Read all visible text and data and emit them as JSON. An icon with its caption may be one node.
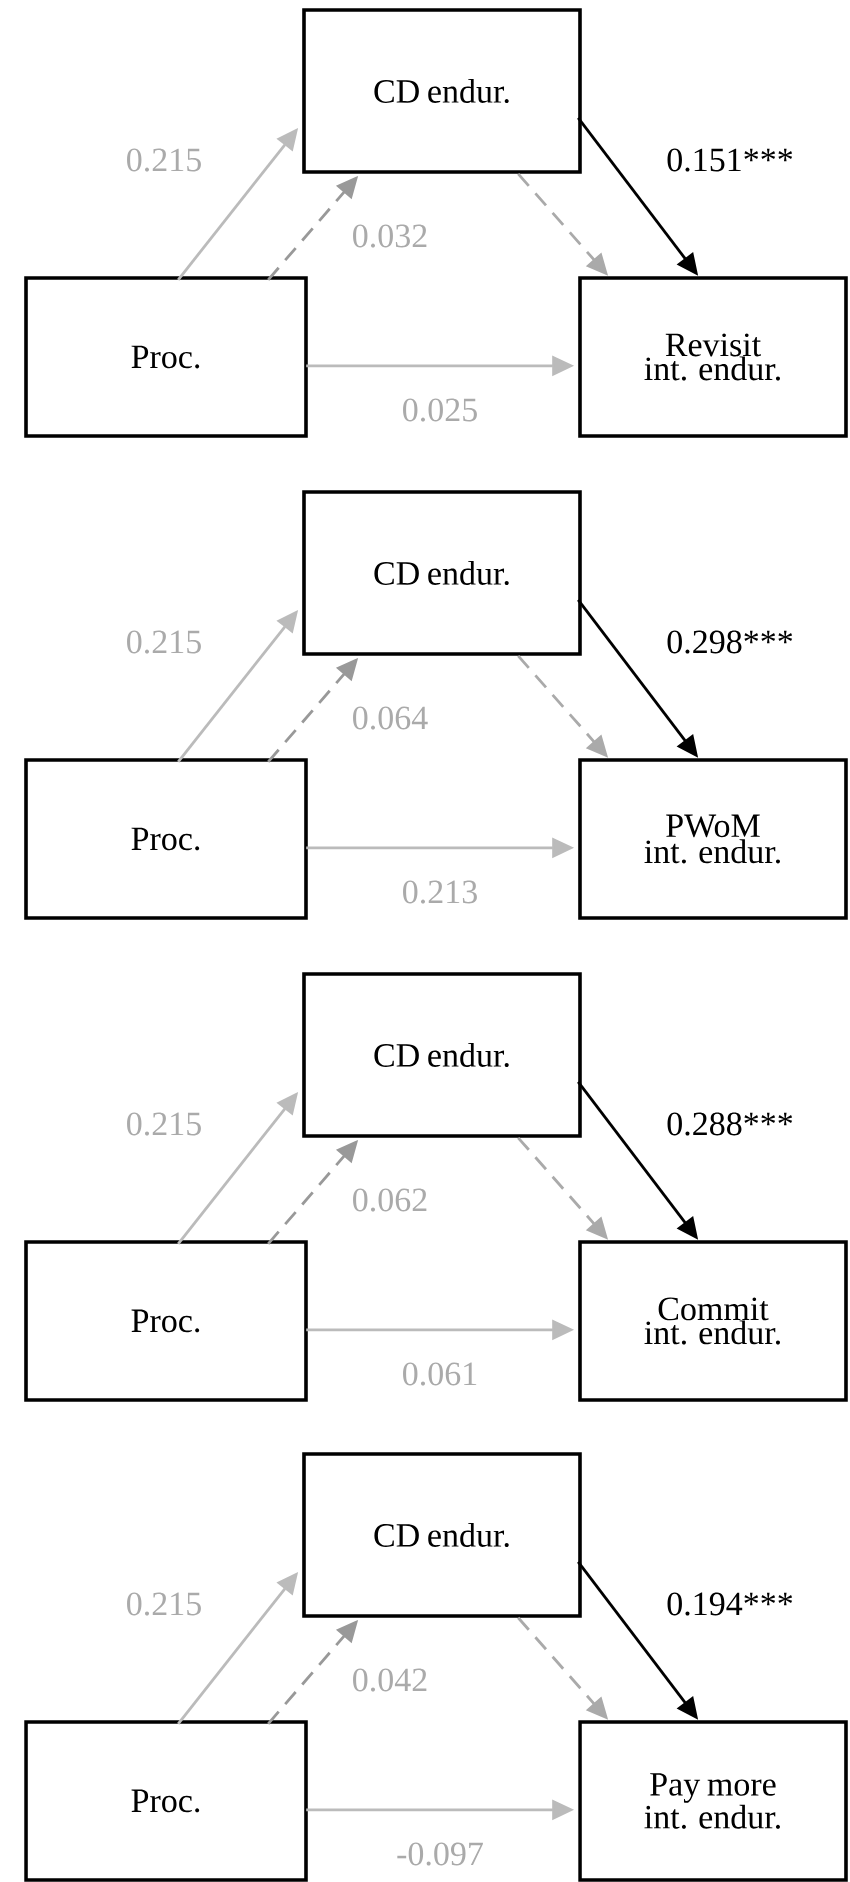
{
  "diagram": {
    "nodes": [
      {
        "text": [
          "CD endur."
        ]
      },
      {
        "text": [
          "Proc."
        ]
      },
      {
        "text": [
          "Revisit int. endur."
        ]
      },
      {
        "text": [
          "CD endur."
        ]
      },
      {
        "text": [
          "Proc."
        ]
      },
      {
        "text": [
          "PWoM int. endur."
        ]
      },
      {
        "text": [
          "CD endur."
        ]
      },
      {
        "text": [
          "Proc."
        ]
      },
      {
        "text": [
          "Commit int. endur."
        ]
      },
      {
        "text": [
          "CD endur."
        ]
      },
      {
        "text": [
          "Proc."
        ]
      },
      {
        "text": [
          "Pay more int. endur."
        ]
      }
    ],
    "edges": [
      {
        "from": 1,
        "to": 0,
        "arrow": "to",
        "label": "0.215",
        "color": "#bbbbbb"
      },
      {
        "from": 1,
        "to": 0,
        "arrow": "to",
        "label": "0.032",
        "style": "dashed",
        "color": "#999999"
      },
      {
        "from": 0,
        "to": 2,
        "arrow": "to",
        "style": "dashed",
        "color": "#aaaaaa"
      },
      {
        "from": 0,
        "to": 2,
        "arrow": "to",
        "label": "0.151***",
        "color": "#000000"
      },
      {
        "from": 1,
        "to": 2,
        "arrow": "to",
        "label": "0.025",
        "color": "#bbbbbb"
      },
      {
        "from": 4,
        "to": 3,
        "arrow": "to",
        "label": "0.215",
        "color": "#bbbbbb"
      },
      {
        "from": 4,
        "to": 3,
        "arrow": "to",
        "label": "0.064",
        "style": "dashed",
        "color": "#999999"
      },
      {
        "from": 3,
        "to": 5,
        "arrow": "to",
        "style": "dashed",
        "color": "#aaaaaa"
      },
      {
        "from": 3,
        "to": 5,
        "arrow": "to",
        "label": "0.298***",
        "color": "#000000"
      },
      {
        "from": 4,
        "to": 5,
        "arrow": "to",
        "label": "0.213",
        "color": "#bbbbbb"
      },
      {
        "from": 7,
        "to": 6,
        "arrow": "to",
        "label": "0.215",
        "color": "#bbbbbb"
      },
      {
        "from": 7,
        "to": 6,
        "arrow": "to",
        "label": "0.062",
        "style": "dashed",
        "color": "#999999"
      },
      {
        "from": 6,
        "to": 8,
        "arrow": "to",
        "style": "dashed",
        "color": "#aaaaaa"
      },
      {
        "from": 6,
        "to": 8,
        "arrow": "to",
        "label": "0.288***",
        "color": "#000000"
      },
      {
        "from": 7,
        "to": 8,
        "arrow": "to",
        "label": "0.061",
        "color": "#bbbbbb"
      },
      {
        "from": 10,
        "to": 9,
        "arrow": "to",
        "label": "0.215",
        "color": "#bbbbbb"
      },
      {
        "from": 10,
        "to": 9,
        "arrow": "to",
        "label": "0.042",
        "style": "dashed",
        "color": "#999999"
      },
      {
        "from": 9,
        "to": 11,
        "arrow": "to",
        "style": "dashed",
        "color": "#aaaaaa"
      },
      {
        "from": 9,
        "to": 11,
        "arrow": "to",
        "label": "0.194***",
        "color": "#000000"
      },
      {
        "from": 10,
        "to": 11,
        "arrow": "to",
        "label": "-0.097",
        "color": "#bbbbbb"
      }
    ]
  }
}
